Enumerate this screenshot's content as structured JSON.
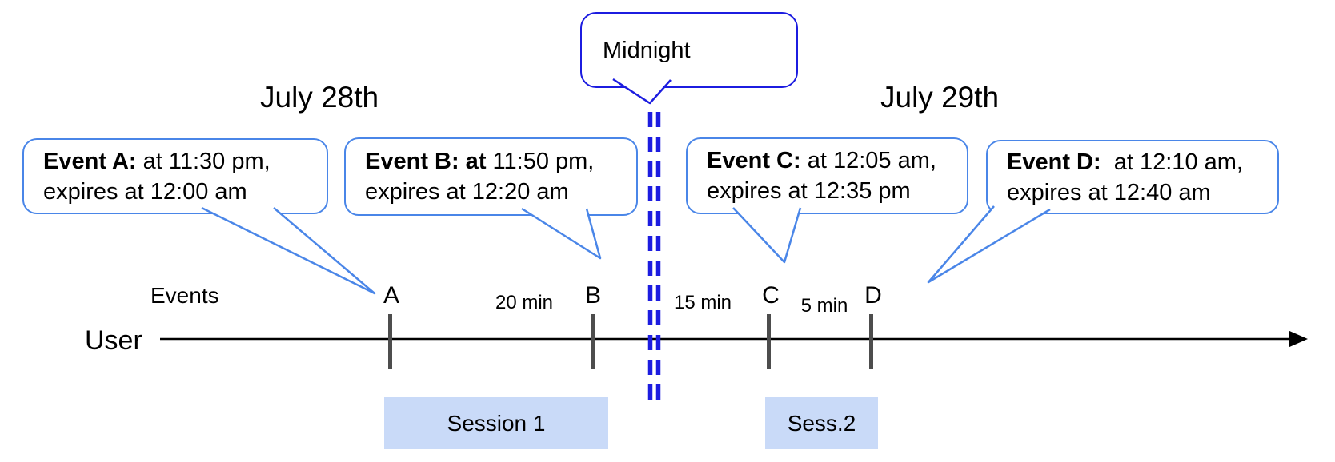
{
  "dates": {
    "left": "July 28th",
    "right": "July 29th"
  },
  "midnight_callout": {
    "label": "Midnight"
  },
  "event_callouts": [
    {
      "bold": "Event A:",
      "line1_rest": " at 11:30 pm,",
      "line2": "expires at 12:00 am"
    },
    {
      "bold": "Event B: at",
      "line1_rest": " 11:50 pm,",
      "line2": "expires at 12:20 am"
    },
    {
      "bold": "Event C:",
      "line1_rest": " at 12:05 am,",
      "line2": "expires at 12:35 pm"
    },
    {
      "bold": "Event D:",
      "line1_rest": "  at 12:10 am,",
      "line2": "expires at 12:40 am"
    }
  ],
  "timeline": {
    "events_label": "Events",
    "user_label": "User",
    "tick_labels": [
      "A",
      "B",
      "C",
      "D"
    ],
    "interval_labels": [
      "20 min",
      "15 min",
      "5 min"
    ]
  },
  "sessions": [
    {
      "label": "Session 1"
    },
    {
      "label": "Sess.2"
    }
  ],
  "colors": {
    "callout_border": "#4a86e8",
    "midnight_line": "#1c1ce0",
    "session_fill": "#c9daf8",
    "tick_gray": "#4d4d4d",
    "axis_black": "#000000"
  }
}
